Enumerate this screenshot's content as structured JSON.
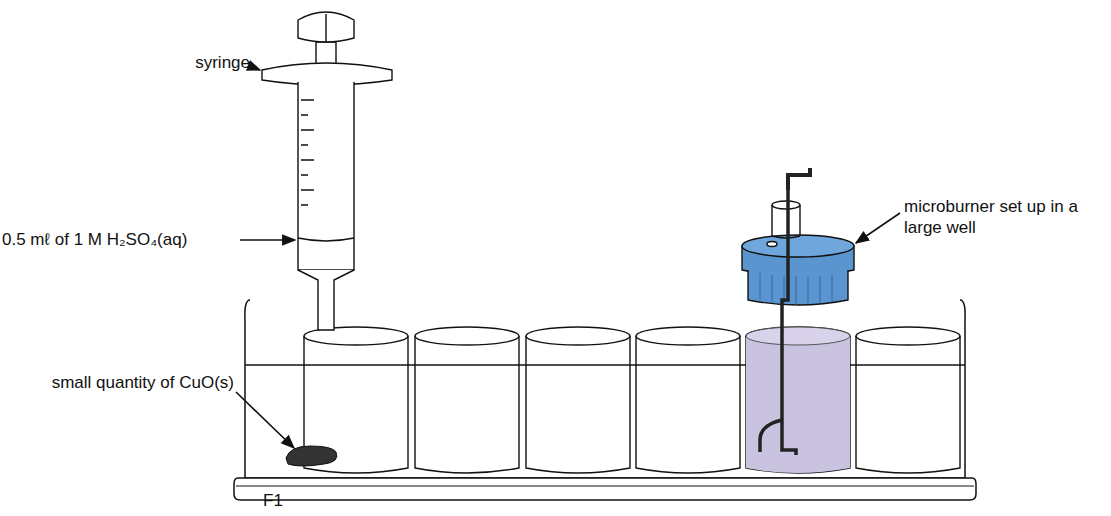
{
  "diagram": {
    "labels": [
      "syringe",
      "0.5 mℓ of 1 M H₂SO₄(aq)",
      "microburner set up in a large well",
      "small quantity of CuO(s)",
      "F1"
    ]
  }
}
